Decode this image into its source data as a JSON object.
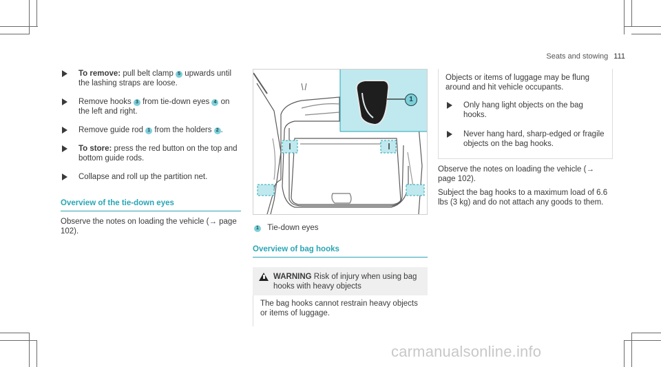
{
  "header": {
    "section": "Seats and stowing",
    "page_number": "111"
  },
  "left_column": {
    "steps": [
      {
        "bold": "To remove:",
        "before": " pull belt clamp ",
        "num1": "5",
        "after": " upwards until the lashing straps are loose.",
        "mid": "",
        "num2": "",
        "tail": ""
      },
      {
        "bold": "",
        "before": "Remove hooks ",
        "num1": "3",
        "mid": " from tie-down eyes ",
        "num2": "4",
        "tail": " on the left and right.",
        "after": ""
      },
      {
        "bold": "",
        "before": "Remove guide rod ",
        "num1": "1",
        "mid": " from the holders ",
        "num2": "2",
        "tail": ".",
        "after": ""
      },
      {
        "bold": "To store:",
        "before": " press the red button on the top and bottom guide rods.",
        "num1": "",
        "after": "",
        "mid": "",
        "num2": "",
        "tail": ""
      },
      {
        "bold": "",
        "before": "Collapse and roll up the partition net.",
        "num1": "",
        "after": "",
        "mid": "",
        "num2": "",
        "tail": ""
      }
    ],
    "section_title": "Overview of the tie-down eyes",
    "paragraph": "Observe the notes on loading the vehicle (→ page 102)."
  },
  "middle_column": {
    "figure_callout": "1",
    "caption_num": "1",
    "caption_text": "Tie-down eyes",
    "section_title": "Overview of bag hooks",
    "warning_label": "WARNING",
    "warning_text": " Risk of injury when using bag hooks with heavy objects",
    "warning_body": "The bag hooks cannot restrain heavy objects or items of luggage."
  },
  "right_column": {
    "box_intro": "Objects or items of luggage may be flung around and hit vehicle occupants.",
    "box_steps": [
      "Only hang light objects on the bag hooks.",
      "Never hang hard, sharp-edged or fragile objects on the bag hooks."
    ],
    "para1": "Observe the notes on loading the vehicle (→ page 102).",
    "para2": "Subject the bag hooks to a maximum load of 6.6 lbs (3 kg) and do not attach any goods to them."
  },
  "watermark": "carmanualsonline.info",
  "colors": {
    "accent": "#29a5b5",
    "callout": "#7ccfd9",
    "inset_bg": "#bfe9ee"
  }
}
